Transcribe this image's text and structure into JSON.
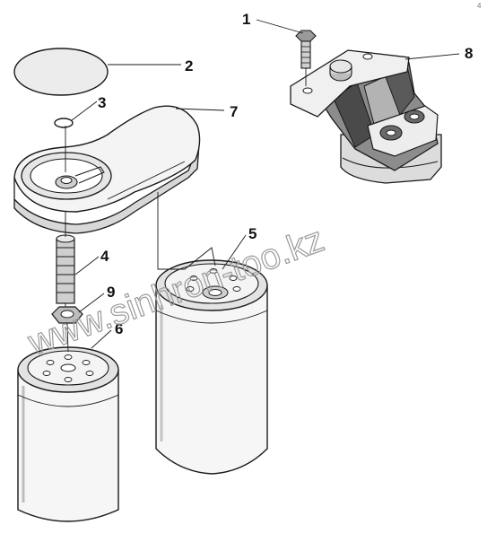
{
  "corner_mark": "4",
  "watermark": "www.sinhron-too.kz",
  "callouts": [
    {
      "number": "1"
    },
    {
      "number": "2"
    },
    {
      "number": "3"
    },
    {
      "number": "4"
    },
    {
      "number": "5"
    },
    {
      "number": "6"
    },
    {
      "number": "7"
    },
    {
      "number": "8"
    },
    {
      "number": "9"
    }
  ],
  "colors": {
    "line": "#1a1a1a",
    "shade": "#d9d9d9",
    "dark_shade": "#8c8c8c",
    "watermark": "#9a9a9a"
  }
}
